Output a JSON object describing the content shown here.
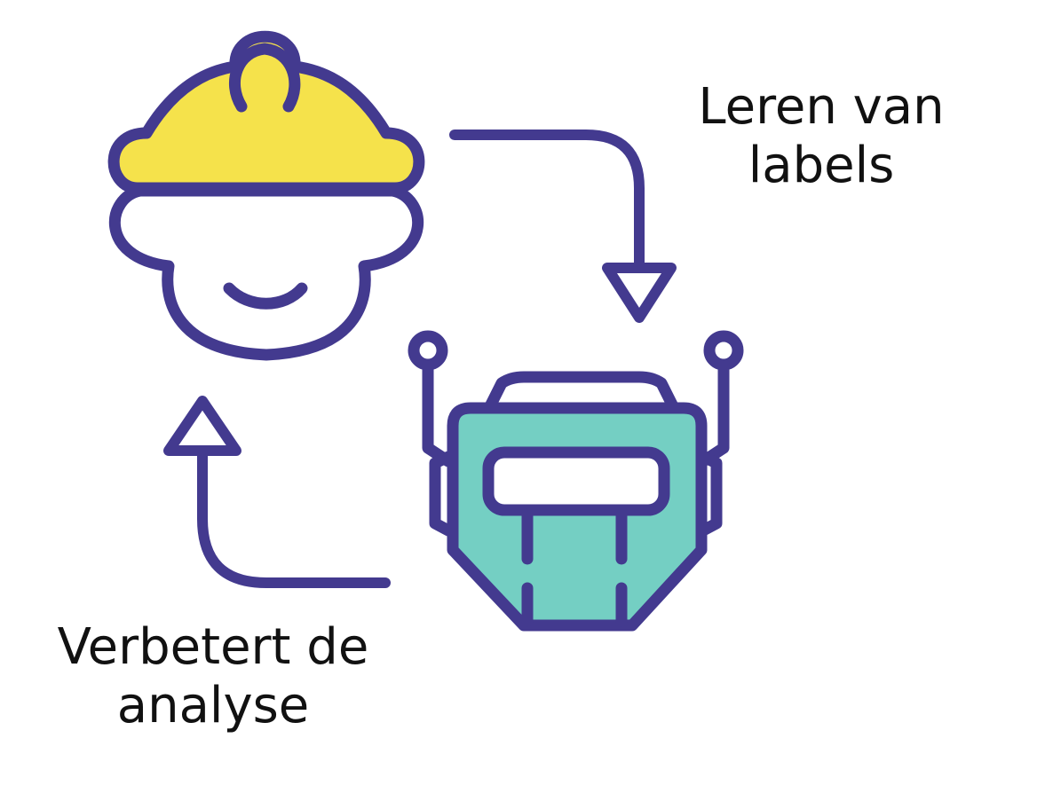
{
  "diagram": {
    "labels": {
      "learn": {
        "line1": "Leren van",
        "line2": "labels"
      },
      "improve": {
        "line1": "Verbetert de",
        "line2": "analyse"
      }
    },
    "nodes": [
      {
        "id": "worker",
        "icon": "construction-worker-icon",
        "description": "Worker with yellow hard hat"
      },
      {
        "id": "robot",
        "icon": "robot-icon",
        "description": "Teal robot head with antennas"
      }
    ],
    "edges": [
      {
        "from": "worker",
        "to": "robot",
        "label": "Leren van labels"
      },
      {
        "from": "robot",
        "to": "worker",
        "label": "Verbetert de analyse"
      }
    ],
    "colors": {
      "stroke": "#433a8f",
      "helmet": "#f5e24b",
      "robot_body": "#74cfc3",
      "background": "#ffffff",
      "text": "#111111"
    }
  }
}
